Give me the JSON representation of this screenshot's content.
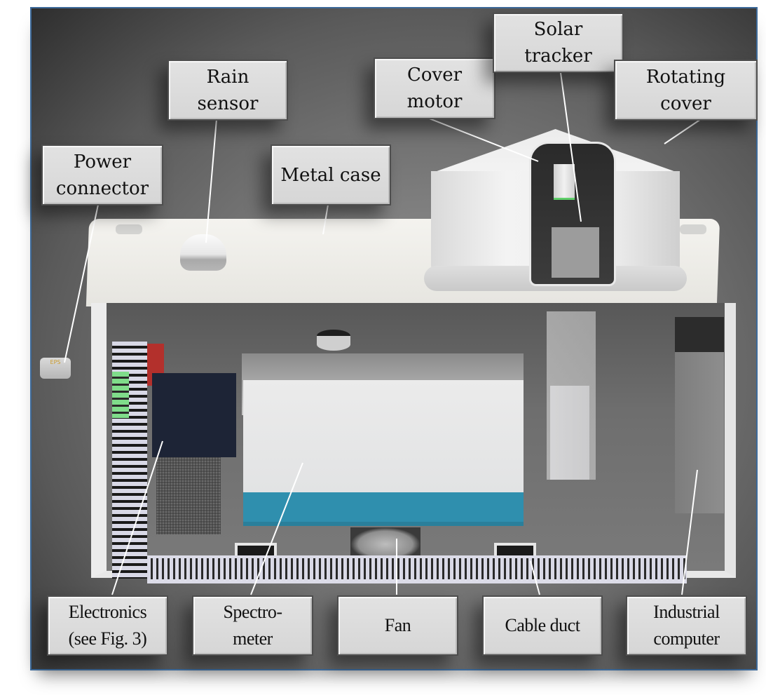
{
  "figure": {
    "description": "Cutaway rendering of a weatherproof spectrometer enclosure with labeled components",
    "frame_color": "#3d6a9a",
    "accent_teal": "#2f8fae",
    "connector_marking": "EPS"
  },
  "labels": {
    "rain_sensor": "Rain\nsensor",
    "cover_motor": "Cover\nmotor",
    "solar_tracker": "Solar\ntracker",
    "rotating_cover": "Rotating\ncover",
    "power_connector": "Power\nconnector",
    "metal_case": "Metal case",
    "electronics": "Electronics\n(see Fig. 3)",
    "spectrometer": "Spectro-\nmeter",
    "fan": "Fan",
    "cable_duct": "Cable duct",
    "industrial_computer": "Industrial\ncomputer"
  }
}
